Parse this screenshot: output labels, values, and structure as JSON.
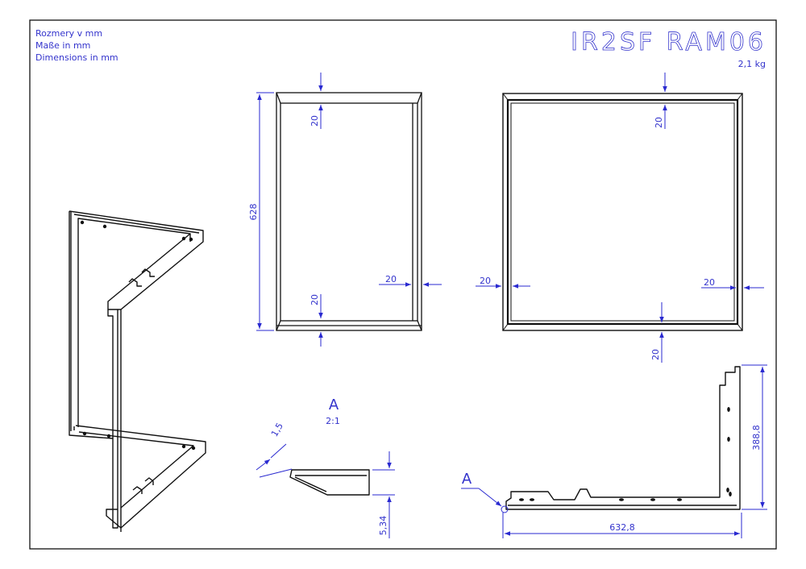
{
  "title_block": {
    "units_lines": [
      "Rozmery v mm",
      "Maße in mm",
      "Dimensions in mm"
    ],
    "part_number": "IR2SF RAM06",
    "weight": "2,1 kg"
  },
  "dimensions": {
    "front_height": "628",
    "front_top_width": "20",
    "front_bottom_width": "20",
    "front_right_width": "20",
    "back_top_width": "20",
    "back_left_width": "20",
    "back_right_width": "20",
    "back_bottom_width": "20",
    "side_height": "388,8",
    "side_length": "632,8",
    "detail_angle_thickness": "1,5",
    "detail_height": "5,34"
  },
  "detail": {
    "label": "A",
    "scale": "2:1",
    "callout_label": "A"
  },
  "colors": {
    "dimension": "#2a2ad0",
    "outline": "#111111"
  }
}
